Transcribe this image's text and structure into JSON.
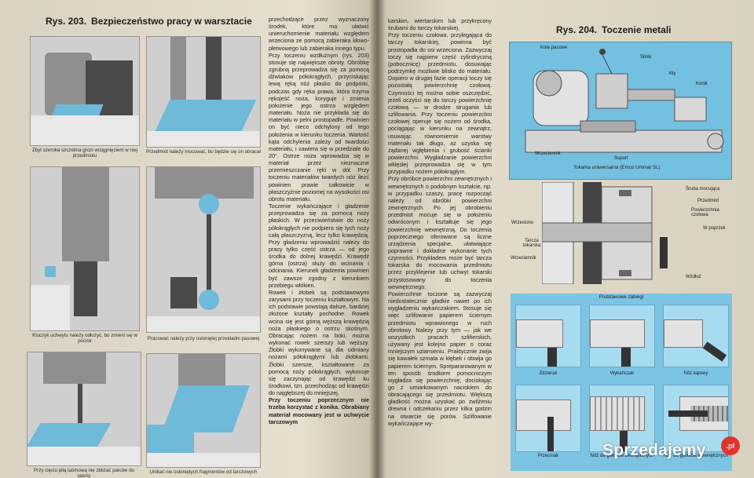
{
  "left_page": {
    "figure_title": {
      "number": "Rys. 203.",
      "text": "Bezpieczeństwo pracy w warsztacie"
    },
    "captions": [
      "Zbyt szeroka szczelina grozi wciągnięciem w niej przedmiotu",
      "Przedmiot należy mocować, bo będzie się on obracał",
      "Kluczyk uchwytu należy odłożyć, bo zmieni się w pocisk",
      "Pracować należy przy osłoniętej przekładni pasowej",
      "Przy cięciu piłą taśmową nie zbliżać palców do taśmy",
      "Unikać nie osłoniętych fragmentów od tarczowych"
    ],
    "column": [
      "przechodzące przez wyznaczony środek, które ma ułatwić unieruchomienie materiału względem wrzeciona ze pomocą zabieraka kłowo-płetwowego lub zabieraka innego typu.",
      "Przy toczeniu wzdłużnym (rys. 203) stosuje się największe obroty. Obróbkę zgrubną przeprowadza się za pomocą dźwiaków półokrągłych, przyciskając lewą ręką nóż płasko do podpórki, podczas gdy ręka prawa, która trzyma rękojeść noża, koryguje i zmienia położenie jego ostrza względem materiału. Noża nie przykłada się do materiału w pelni prostopadle. Powinien on być nieco odchylony od tego położenia w kierunku toczenia. Wartość kąta odchylenia zależy od twardości materiału, i zawiera się w przedziale do 20°. Ostrze noża wprowadza się w materiał przez nieznaczne przemieszczanie ręki w dół. Przy toczeniu materiałów twardych nóż ileżć powinien prawie całkowicie w płaszczyźnie poziomej na wysokości osi obrotu materiału.",
      "Toczenie wykańczające i gładzenie przeprowadza się za pomocą noży płaskich. W przeciwieństwie do noży półokrągłych nie podpiera się tych noży całą płaszczyzną, lecz tylko krawędzią. Przy gładzeniu wprowadzić należy do pracy tylko część ostrza — od jego środka do dolnej krawędzi. Krawędź górna (ostrza) służy do wcinania i odcinania. Kierunek gładzenia powinien być zawsze zgodny z kierunkiem przebiegu włókien.",
      "Rowek i żłobek są podstawowymi zarysami przy toczeniu kształtowym. Na ich podstawie powstają dalsze, bardziej złożone kształty pochodne. Rowek wcina się jest górną węższą krawędzią noża płaskiego o ostrzu skośnym. Obracając nożem na boki, można wykonać rowek szerszy lub węższy. Żłobki wykonywane są dla odmiany nożami półokrągłymi lub żłobkami. Żłobki szersze, kształtowane za pomocą noży półokrągłych, wykonuje się zaczynając od krawędzi ku środkowi, tzn. przechodząc od krawędzi do najgłębszej do mniejszej.",
      "Przy toczeniu poprzecznym nie trzeba korzystać z konika. Obrabiany materiał mocowany jest w uchwycie tarczowym"
    ]
  },
  "right_page": {
    "column": [
      "karskim, wiertarskim lub przykręcony śrubami do tarczy tokarskiej.",
      "Przy toczeniu czołowa, przylegająca do tarczy tokarskiej, powinna być prostopadła do osi wrzeciona. Zazwyczaj toczy się najpierw część cylindryczną (pobocznicę) przedmiotu, dosuwając podrzymkę możliwie blisko do materiału. Dopiero w drugiej fazie operacji toczy się pozostałą powierzchnię czołową. Czynności tej można sobie oszczędzić, jeżeli oczyści się do tarczy powierzchnię czołową — w drodze strugania lub szlifowania. Przy toczeniu powierzchni czołowej operuje się nożem od środka, pociągając w kierunku na zewnątrz, usuwając równomiernie warstwy materiału tak długo, aż uzyska się żądanej wgłębienia i grubość ścianki powierzchni. Wygładzanie powierzchni wklęsłej przeprowadza się w tym przypadku nożem półokrągłym.",
      "Przy obróbce powierzchni zewnętrznych i wewnętrznych o podobnym kształcie, np. w przypadku czaszy, pracę rozpocząć należy od obróbki powierzchni zewnętrznych. Po jej obrobieniu przedmiot mocuje się w położeniu odwróconym i kształtuje się jego powierzchnię wewnętrzną. Do toczenia poprzecznego oferowane są liczne urządzenia specjalne, ułatwiające poprawne i dokładne wykonanie tych czynności. Przykładem może być tarcza tokarska do mocowania przedmiotu przez przyklejenie lub uchwyt tokarski przystosowany do toczenia wewnętrznego.",
      "Powierzchnie toczone są zazwyczaj niedostatecznie gładkie nawet po ich wygładzeniu wykańczakiem. Stosuje się więc szlifowanie papierem ściernym przedmiotu wprawionego w ruch obrotowy. Należy przy tym — jak we wszystkich pracach szlifierskich, używany jest kolejno papier o coraz mniejszym uziarnieniu. Praktycznie zwija się kawałek szmata w kłębek i obwija go papierem ściernym. Sprepararowanym w ten sposób środkiem pomocniczym wygładza się powierzchnię, dociskając go z umiarkowanym naciskiem do obracającego się przedmiotu. Większą gładkość można uzyskać po zwilżeniu drewna i odczekaniu przez kilka godzin na otwarcie się porów. Szlifowanie wykańczające wy-"
    ],
    "figure_title": {
      "number": "Rys. 204.",
      "text": "Toczenie metali"
    },
    "machine_labels": [
      "Koła pasowe",
      "Silnik",
      "Kły",
      "Konik",
      "Wrzeciennik",
      "Suport"
    ],
    "machine_caption": "Tokarka uniwersalna (Emco Unimat SL)",
    "section_labels": [
      "Śruba mocująca",
      "Przedmiot",
      "Powierzchnia czołowa",
      "W poprzek",
      "Wzdłuż",
      "Wrzeciono",
      "Tarcza tokarska",
      "Wrzeciennik"
    ],
    "tools_header": "Podstawowe zabiegi",
    "tools_row1": [
      "Zdzierak",
      "Wykańczak",
      "Nóż kątowy"
    ],
    "tools_row2": [
      "Przecinak",
      "Nóż do gwintów zewnętrznych",
      "Nóż do gwintów wewnętrznych"
    ]
  },
  "watermark": {
    "text": "Sprzedajemy",
    "badge": ".pl"
  }
}
